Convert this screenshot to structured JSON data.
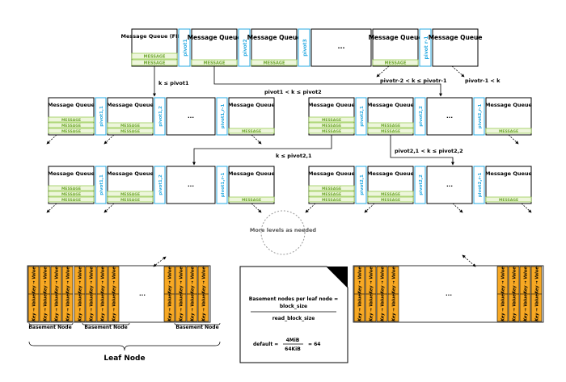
{
  "message_label": "MESSAGE",
  "ellipsis": "...",
  "kv_label": "Key → Value",
  "root": {
    "cells": [
      "Message Queue (FIFO)",
      "pivot1",
      "Message Queue",
      "pivot2",
      "Message Queue",
      "pivot3",
      "...",
      "Message Queue",
      "pivot r-1",
      "Message Queue"
    ]
  },
  "level2_left": {
    "cells": [
      "Message Queue",
      "pivot1,1",
      "Message Queue",
      "pivot1,2",
      "...",
      "pivot1,r-1",
      "Message Queue"
    ]
  },
  "level2_right": {
    "cells": [
      "Message Queue",
      "pivot2,1",
      "Message Queue",
      "pivot2,2",
      "...",
      "pivot2,r-1",
      "Message Queue"
    ]
  },
  "level3_left": {
    "cells": [
      "Message Queue",
      "pivot1,1",
      "Message Queue",
      "pivot1,2",
      "...",
      "pivot1,r-1",
      "Message Queue"
    ]
  },
  "level3_right": {
    "cells": [
      "Message Queue",
      "pivot2,1",
      "Message Queue",
      "pivot2,2",
      "...",
      "pivot2,r-1",
      "Message Queue"
    ]
  },
  "edge_labels": {
    "root_k_le_pivot1": "k ≤ pivot1",
    "root_pivot1_k_pivot2": "pivot1 < k ≤ pivot2",
    "root_pivot_r2": "pivotr-2 < k ≤ pivotr-1",
    "root_pivot_r1": "pivotr-1 < k",
    "l2_k_le_pivot21": "k ≤ pivot2,1",
    "l2_pivot21_22": "pivot2,1 < k ≤ pivot2,2"
  },
  "more_levels": "More levels as needed",
  "leaf": {
    "basement_labels": [
      "Basement Node",
      "Basement Node",
      "Basement Node"
    ],
    "caption": "Leaf Node"
  },
  "formula": {
    "line1": "Basement nodes per leaf node =",
    "numerator": "block_size",
    "denominator": "read_block_size",
    "default_label": "default =",
    "default_num": "4MiB",
    "default_den": "64KiB",
    "default_result": "= 64"
  },
  "colors": {
    "mq_border": "#000000",
    "message_fill": "#eef6dc",
    "message_border": "#8cc63f",
    "message_text": "#6fa82e",
    "pivot_border": "#27aae1",
    "pivot_text": "#27aae1",
    "kv_fill": "#f7a823",
    "edge": "#000000"
  }
}
